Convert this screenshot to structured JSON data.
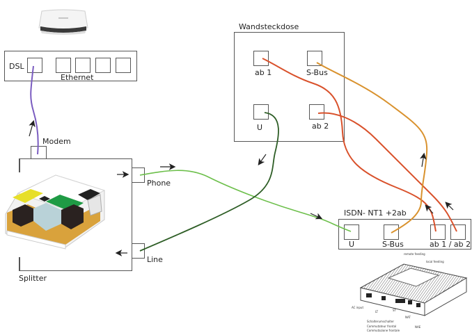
{
  "router": {
    "ports": {
      "dsl_label": "DSL",
      "ethernet_label": "Ethernet"
    }
  },
  "splitter": {
    "label": "Splitter",
    "ports": {
      "modem": "Modem",
      "phone": "Phone",
      "line": "Line"
    }
  },
  "wall_socket": {
    "label": "Wandsteckdose",
    "ports": {
      "ab1": "ab 1",
      "sbus": "S-Bus",
      "u": "U",
      "ab2": "ab 2"
    }
  },
  "ntba": {
    "label": "ISDN- NT1 +2ab",
    "ports": {
      "u": "U",
      "sbus": "S-Bus",
      "ab": "ab 1 / ab 2"
    },
    "illustration_labels": {
      "remote_feeding": "remote feeding",
      "local_feeding": "local feeding",
      "ac_input": "AC input",
      "lt": "LT",
      "st": "ST",
      "switch_de": "Schalterumschalter",
      "switch_fr": "Commutateur frontal",
      "switch_it": "Commutazione frontale",
      "nat": "NAT",
      "nae": "NAE"
    }
  },
  "wires": {
    "colors": {
      "dsl": "#7a5cc0",
      "phone": "#6cbf4a",
      "line": "#2e5e26",
      "ab1": "#d9512b",
      "ab2": "#d9512b",
      "sbus": "#d9922e"
    }
  }
}
